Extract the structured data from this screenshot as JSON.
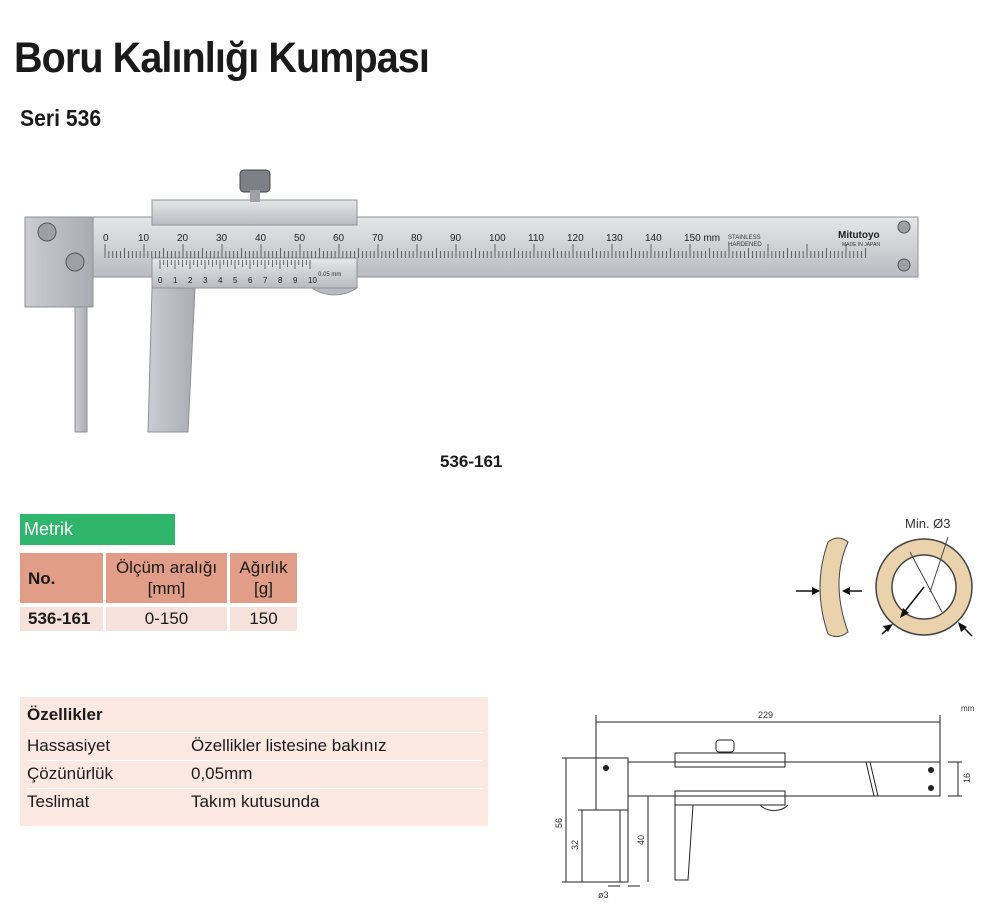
{
  "header": {
    "title": "Boru Kalınlığı Kumpası",
    "subtitle": "Seri 536"
  },
  "product": {
    "model": "536-161",
    "scale_labels": [
      "0",
      "10",
      "20",
      "30",
      "40",
      "50",
      "60",
      "70",
      "80",
      "90",
      "100",
      "110",
      "120",
      "130",
      "140",
      "150 mm"
    ],
    "vernier_labels": [
      "0",
      "1",
      "2",
      "3",
      "4",
      "5",
      "6",
      "7",
      "8",
      "9",
      "10"
    ],
    "vernier_note": "0.05 mm",
    "stamp_line1": "STAINLESS",
    "stamp_line2": "HARDENED",
    "brand": "Mitutoyo",
    "made_in": "MADE IN JAPAN"
  },
  "metric_tab": "Metrik",
  "spec_table": {
    "headers": {
      "no": "No.",
      "range_line1": "Ölçüm aralığı",
      "range_line2": "[mm]",
      "weight_line1": "Ağırlık",
      "weight_line2": "[g]"
    },
    "rows": [
      {
        "no": "536-161",
        "range": "0-150",
        "weight": "150"
      }
    ]
  },
  "features": {
    "heading": "Özellikler",
    "items": [
      {
        "label": "Hassasiyet",
        "value": "Özellikler listesine bakınız"
      },
      {
        "label": "Çözünürlük",
        "value": "0,05mm"
      },
      {
        "label": "Teslimat",
        "value": "Takım kutusunda"
      }
    ]
  },
  "pipe_diagram": {
    "label": "Min. Ø3"
  },
  "drawing": {
    "unit": "mm",
    "dim_total": "229",
    "dim_height": "16",
    "dim_56": "56",
    "dim_32": "32",
    "dim_40": "40",
    "dim_dia": "ø3"
  },
  "colors": {
    "green_tab": "#2fb56c",
    "table_header": "#e19d87",
    "table_row": "#f6e2da",
    "features_bg": "#fbe8e1",
    "pipe_fill": "#ead2ad"
  }
}
